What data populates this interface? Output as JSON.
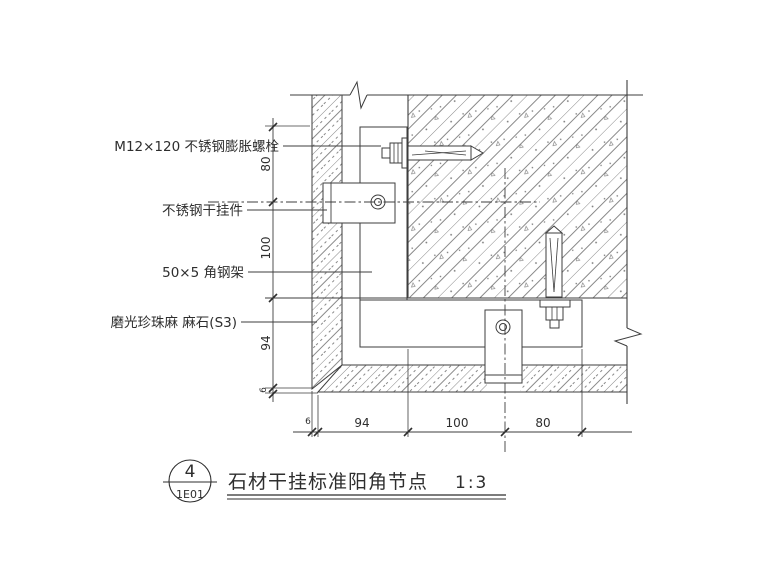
{
  "page": {
    "background": "#ffffff",
    "line_color": "#3d3d3d",
    "hatch_color": "#6b6b6b",
    "text_color": "#2e2e2e"
  },
  "annotations": {
    "bolt_label": "M12×120 不锈钢膨胀螺栓",
    "hanger_label": "不锈钢干挂件",
    "angle_frame_label": "50×5 角钢架",
    "stone_label": "磨光珍珠麻 麻石(S3)"
  },
  "dimensions": {
    "vertical": {
      "d1": "80",
      "d2": "100",
      "d3": "94",
      "d4": "6"
    },
    "horizontal": {
      "d1": "6",
      "d2": "94",
      "d3": "100",
      "d4": "80"
    }
  },
  "title_block": {
    "detail_number": "4",
    "drawing_ref": "1E01",
    "title": "石材干挂标准阳角节点",
    "scale": "1:3"
  }
}
